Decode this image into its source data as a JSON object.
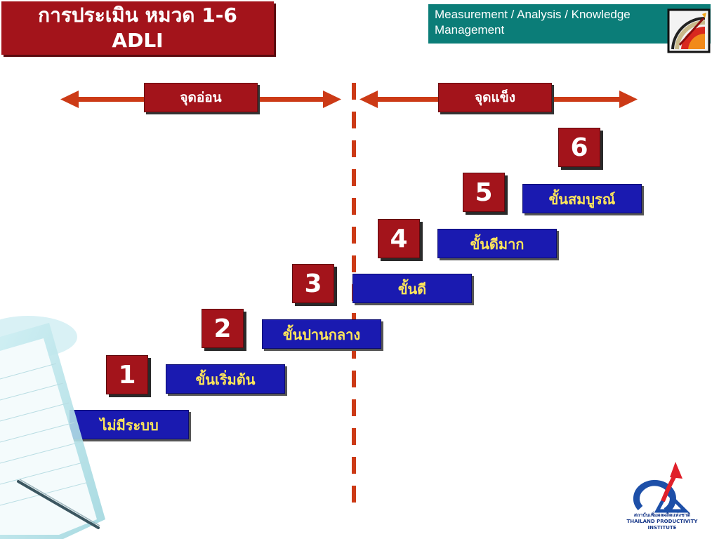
{
  "title": {
    "line1": "การประเมิน หมวด 1-6",
    "line2": "ADLI"
  },
  "header": {
    "line1": "Measurement / Analysis / Knowledge",
    "line2": "Management"
  },
  "labels": {
    "weak": "จุดอ่อน",
    "strong": "จุดแข็ง"
  },
  "levels": [
    {
      "number": "",
      "stage": "ไม่มีระบบ"
    },
    {
      "number": "1",
      "stage": "ขั้นเริ่มต้น"
    },
    {
      "number": "2",
      "stage": "ขั้นปานกลาง"
    },
    {
      "number": "3",
      "stage": "ขั้นดี"
    },
    {
      "number": "4",
      "stage": "ขั้นดีมาก"
    },
    {
      "number": "5",
      "stage": "ขั้นสมบูรณ์"
    },
    {
      "number": "6",
      "stage": ""
    }
  ],
  "logo": {
    "text_th": "สถาบันเพิ่มผลผลิตแห่งชาติ",
    "text_en": "THAILAND PRODUCTIVITY INSTITUTE"
  },
  "colors": {
    "title_bg": "#a3141b",
    "header_bg": "#0b7d78",
    "arrow": "#cc3a16",
    "stage_bg": "#1a1ab0",
    "stage_text": "#ffe65a"
  }
}
